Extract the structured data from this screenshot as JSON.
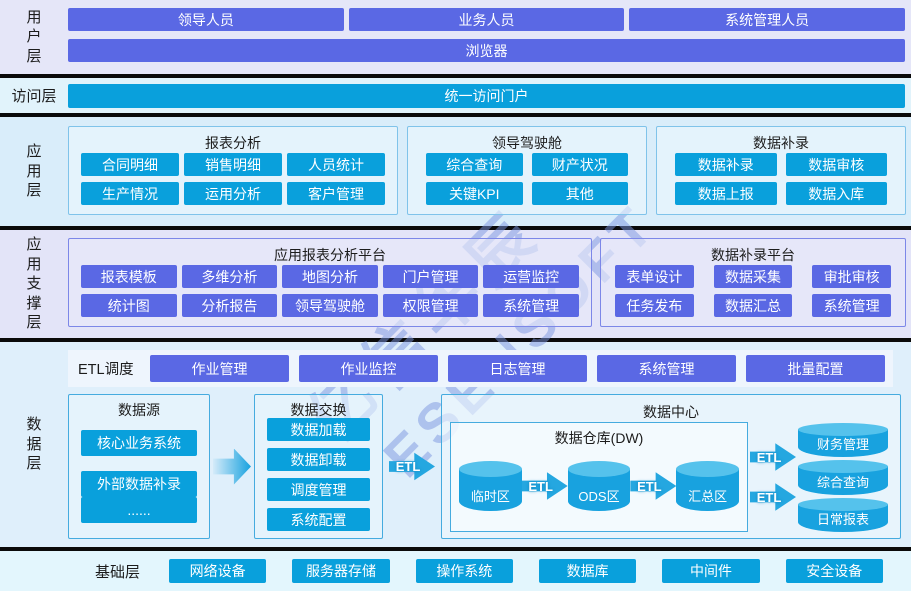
{
  "colors": {
    "indigo_node": "#5A68E4",
    "cyan_node": "#09A0DC",
    "divider": "#0a0a0a",
    "cylinder_body": "#18A2DF",
    "watermark": "rgba(124,150,224,0.5)"
  },
  "watermark": {
    "line1": "亿信华辰",
    "line2": "ESENSOFT"
  },
  "users": {
    "label": "用户层",
    "roles": [
      "领导人员",
      "业务人员",
      "系统管理人员"
    ],
    "browser": "浏览器"
  },
  "access": {
    "label": "访问层",
    "portal": "统一访问门户"
  },
  "app": {
    "label": "应用层",
    "g1": {
      "title": "报表分析",
      "items": [
        "合同明细",
        "销售明细",
        "人员统计",
        "生产情况",
        "运用分析",
        "客户管理"
      ]
    },
    "g2": {
      "title": "领导驾驶舱",
      "items": [
        "综合查询",
        "财产状况",
        "关键KPI",
        "其他"
      ]
    },
    "g3": {
      "title": "数据补录",
      "items": [
        "数据补录",
        "数据审核",
        "数据上报",
        "数据入库"
      ]
    }
  },
  "support": {
    "label": "应用支撑层",
    "g1": {
      "title": "应用报表分析平台",
      "items": [
        "报表模板",
        "多维分析",
        "地图分析",
        "门户管理",
        "运营监控",
        "统计图",
        "分析报告",
        "领导驾驶舱",
        "权限管理",
        "系统管理"
      ]
    },
    "g2": {
      "title": "数据补录平台",
      "items": [
        "表单设计",
        "数据采集",
        "审批审核",
        "任务发布",
        "数据汇总",
        "系统管理"
      ]
    }
  },
  "data": {
    "label": "数据层",
    "etl_strip": {
      "label": "ETL调度",
      "items": [
        "作业管理",
        "作业监控",
        "日志管理",
        "系统管理",
        "批量配置"
      ]
    },
    "source": {
      "title": "数据源",
      "items": [
        "核心业务系统",
        "外部数据补录",
        "......"
      ]
    },
    "exchange": {
      "title": "数据交换",
      "items": [
        "数据加载",
        "数据卸载",
        "调度管理",
        "系统配置"
      ]
    },
    "etl_text": "ETL",
    "center": {
      "title": "数据中心",
      "dw": {
        "title": "数据仓库(DW)",
        "cyls": [
          "临时区",
          "ODS区",
          "汇总区"
        ]
      },
      "outputs": [
        "财务管理",
        "综合查询",
        "日常报表"
      ]
    }
  },
  "base": {
    "label": "基础层",
    "items": [
      "网络设备",
      "服务器存储",
      "操作系统",
      "数据库",
      "中间件",
      "安全设备"
    ]
  }
}
